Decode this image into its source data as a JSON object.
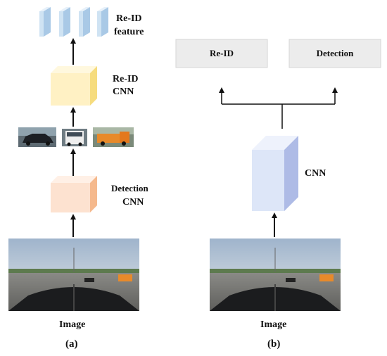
{
  "panel_a": {
    "feature_label_line1": "Re-ID",
    "feature_label_line2": "feature",
    "reid_cnn_label_line1": "Re-ID",
    "reid_cnn_label_line2": "CNN",
    "detection_cnn_label_line1": "Detection",
    "detection_cnn_label_line2": "CNN",
    "image_label": "Image",
    "caption": "(a)"
  },
  "panel_b": {
    "reid_box_label": "Re-ID",
    "detection_box_label": "Detection",
    "cnn_label": "CNN",
    "image_label": "Image",
    "caption": "(b)"
  },
  "colors": {
    "feature_blocks": "#cfe3f3",
    "reid_cnn_cube": "#fff1c4",
    "detection_cnn_cube": "#fde2d0",
    "shared_cnn_cube": "#dde6f8",
    "head_boxes": "#ececec",
    "arrows": "#111111"
  }
}
